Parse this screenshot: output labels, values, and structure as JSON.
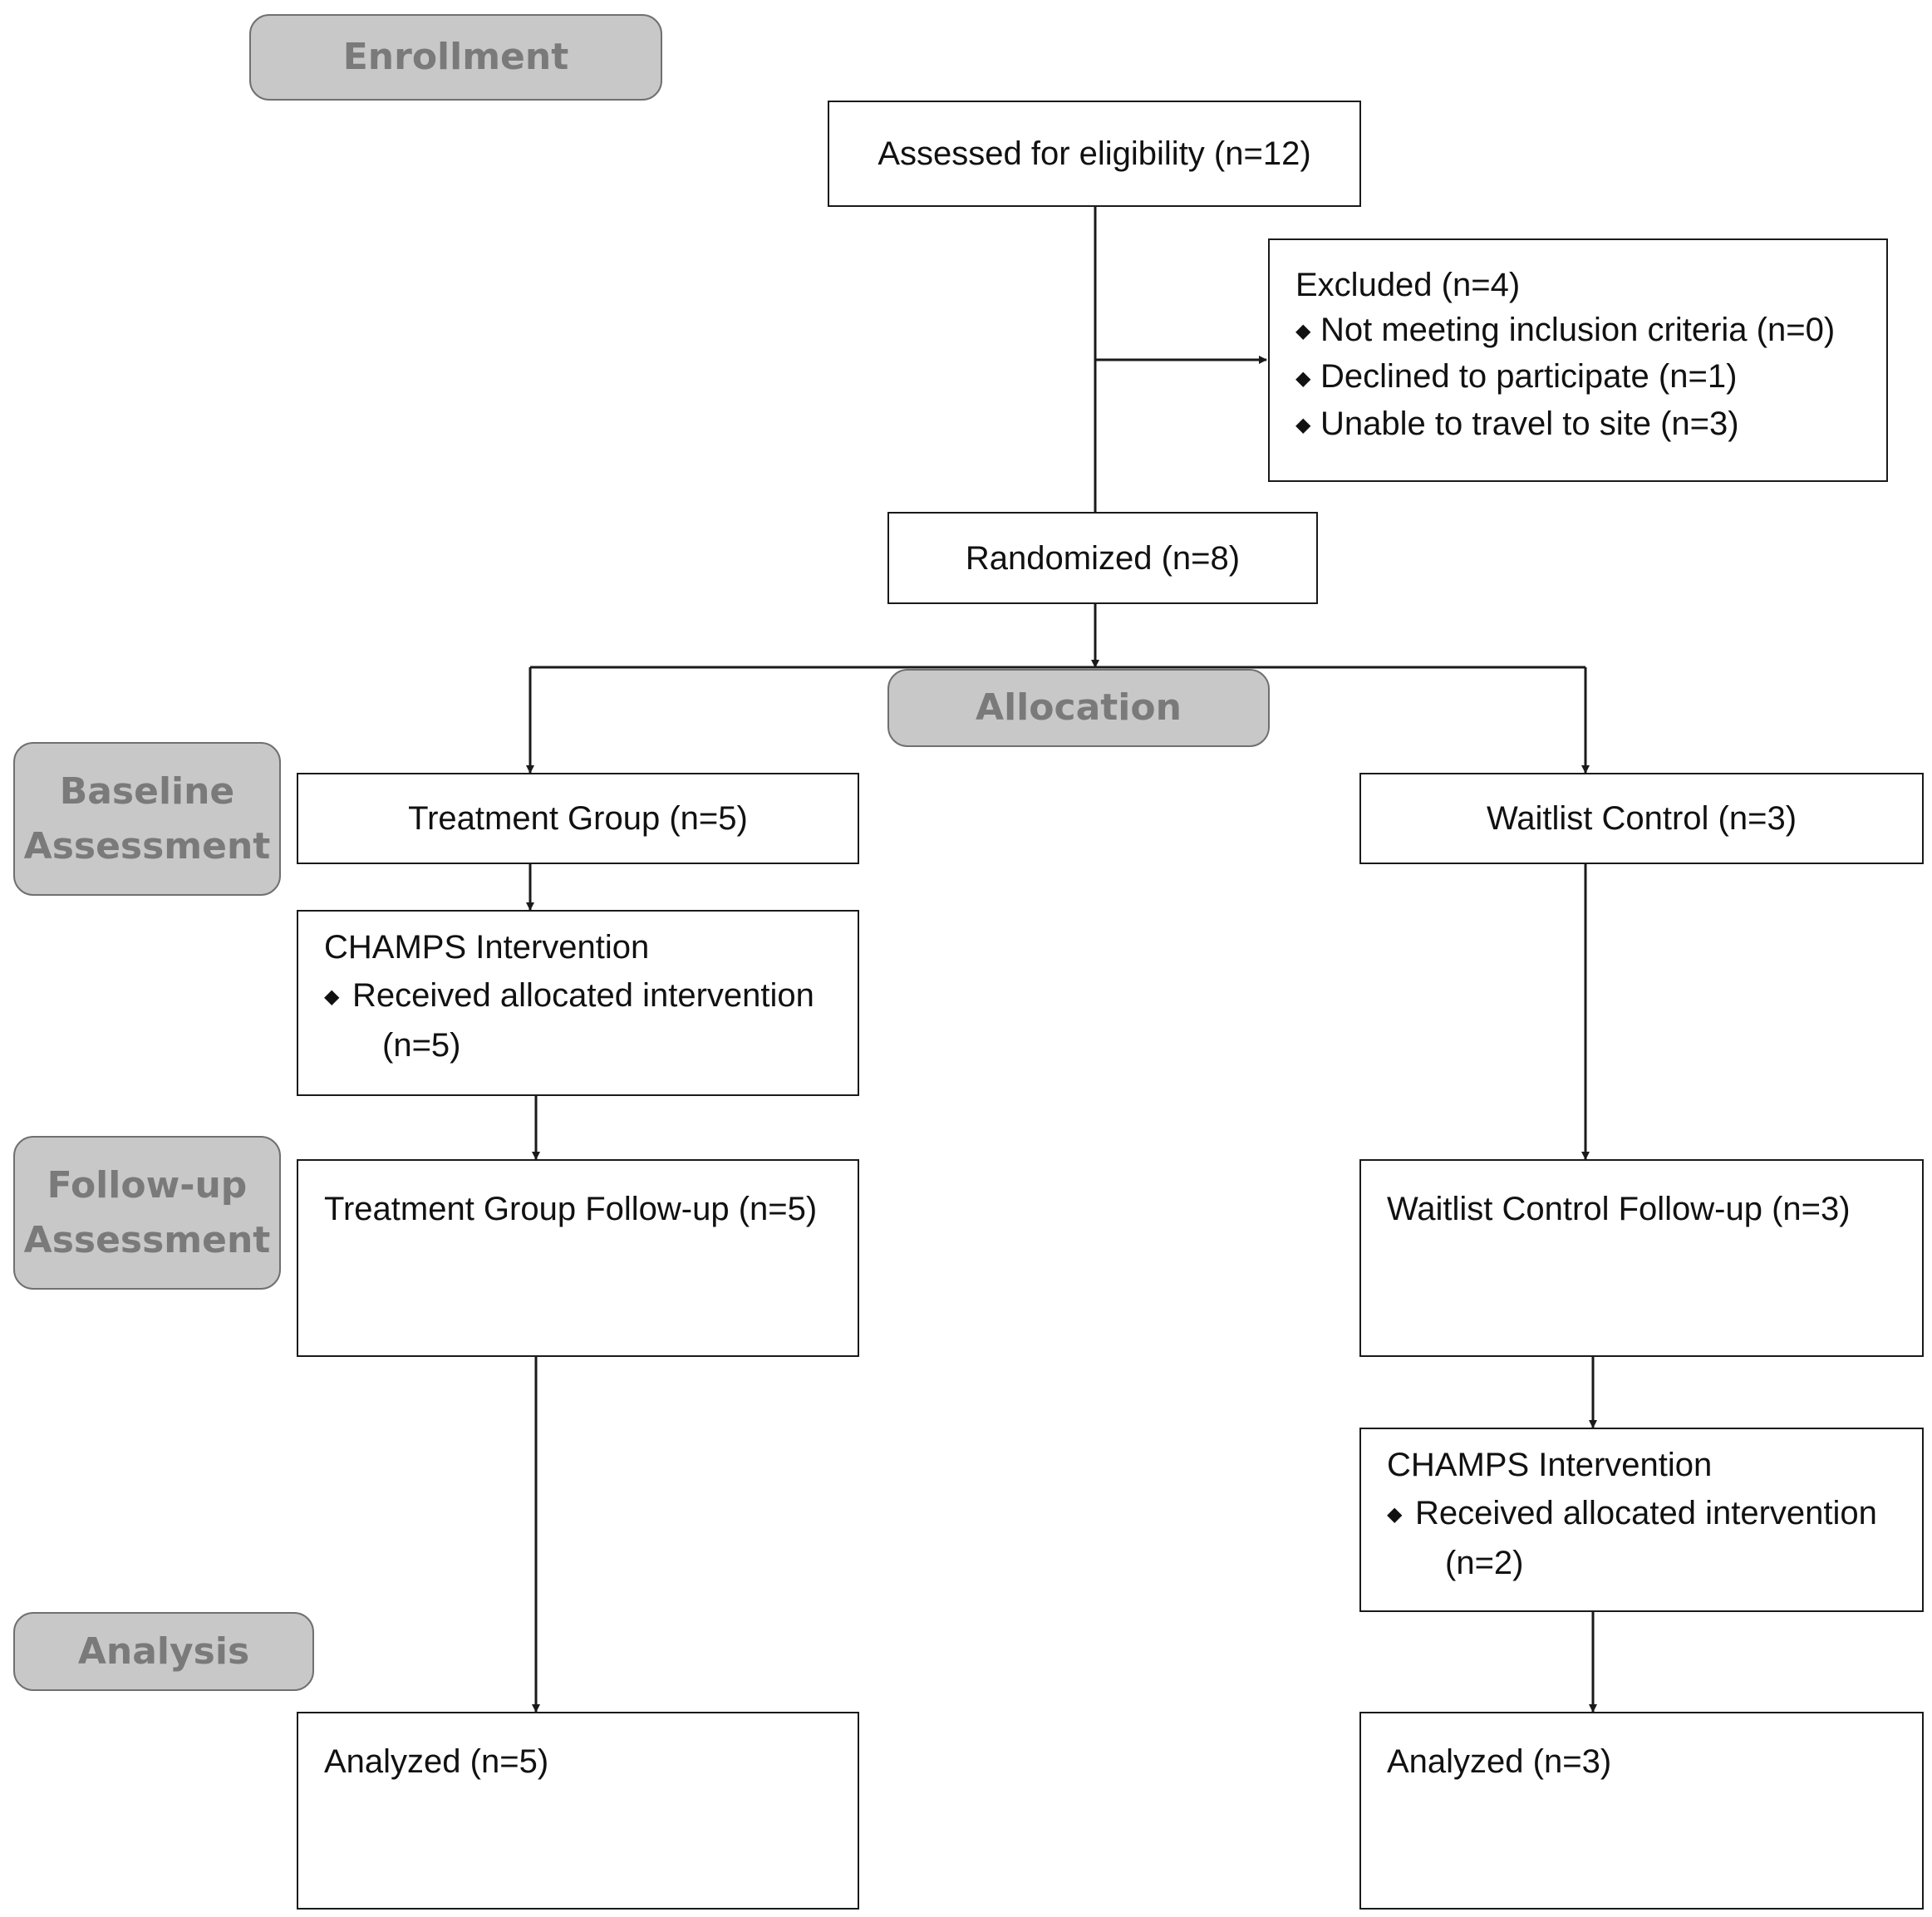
{
  "stages": {
    "enrollment": "Enrollment",
    "allocation": "Allocation",
    "baseline_line1": "Baseline",
    "baseline_line2": "Assessment",
    "followup_line1": "Follow-up",
    "followup_line2": "Assessment",
    "analysis": "Analysis"
  },
  "boxes": {
    "assessed": "Assessed for eligibility (n=12)",
    "excluded": {
      "title": "Excluded (n=4)",
      "items": [
        "Not meeting inclusion criteria (n=0)",
        "Declined to participate (n=1)",
        "Unable to travel to site (n=3)"
      ]
    },
    "randomized": "Randomized (n=8)",
    "treatment_group": "Treatment Group (n=5)",
    "waitlist_control": "Waitlist Control (n=3)",
    "treatment_intervention": {
      "title": "CHAMPS Intervention",
      "item_line1": "Received allocated intervention",
      "item_line2": "(n=5)"
    },
    "treatment_followup": "Treatment Group Follow-up (n=5)",
    "waitlist_followup": "Waitlist Control Follow-up (n=3)",
    "waitlist_intervention": {
      "title": "CHAMPS Intervention",
      "item_line1": "Received allocated intervention",
      "item_line2": "(n=2)"
    },
    "treatment_analyzed": "Analyzed (n=5)",
    "waitlist_analyzed": "Analyzed (n=3)"
  },
  "icons": {
    "bullet": "diamond-bullet-icon",
    "arrow": "arrowhead-icon"
  },
  "colors": {
    "stage_fill": "#c8c8c8",
    "stage_text": "#7a7a7a",
    "line": "#1a1a1a"
  }
}
